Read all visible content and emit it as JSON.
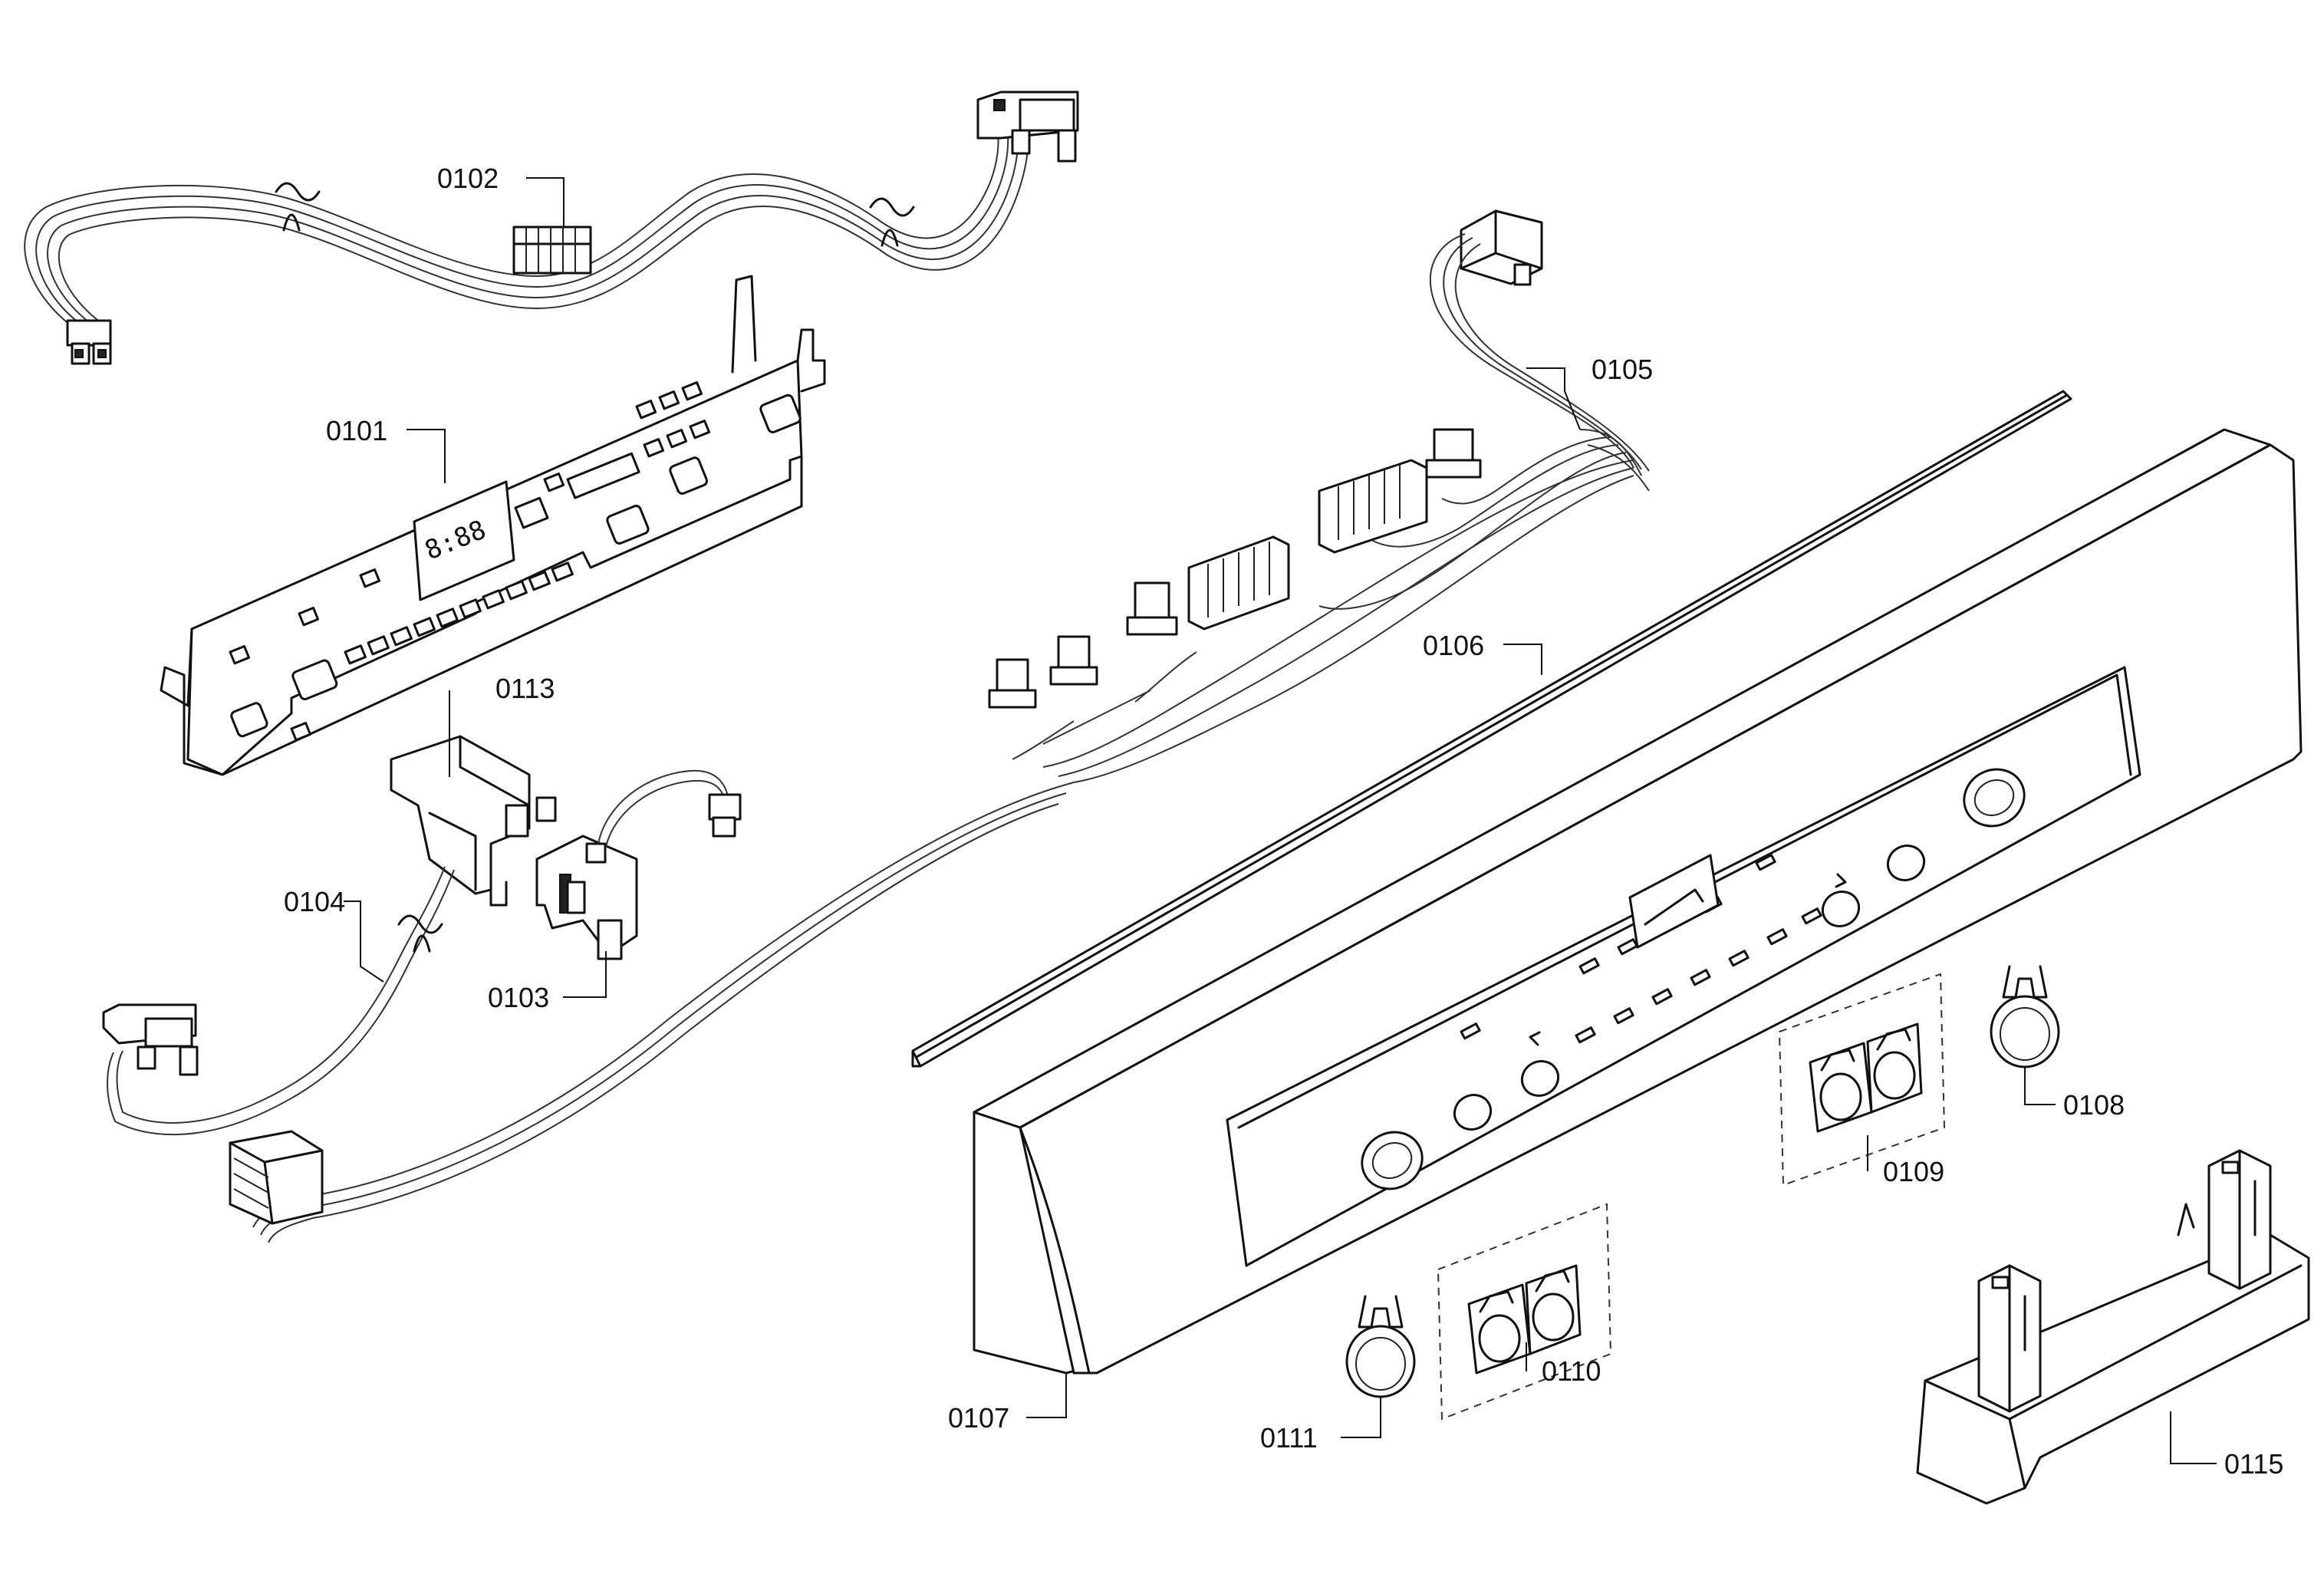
{
  "labels": {
    "p0101": "0101",
    "p0102": "0102",
    "p0103": "0103",
    "p0104": "0104",
    "p0105": "0105",
    "p0106": "0106",
    "p0107": "0107",
    "p0108": "0108",
    "p0109": "0109",
    "p0110": "0110",
    "p0111": "0111",
    "p0113": "0113",
    "p0115": "0115"
  },
  "display_text": "8:88"
}
